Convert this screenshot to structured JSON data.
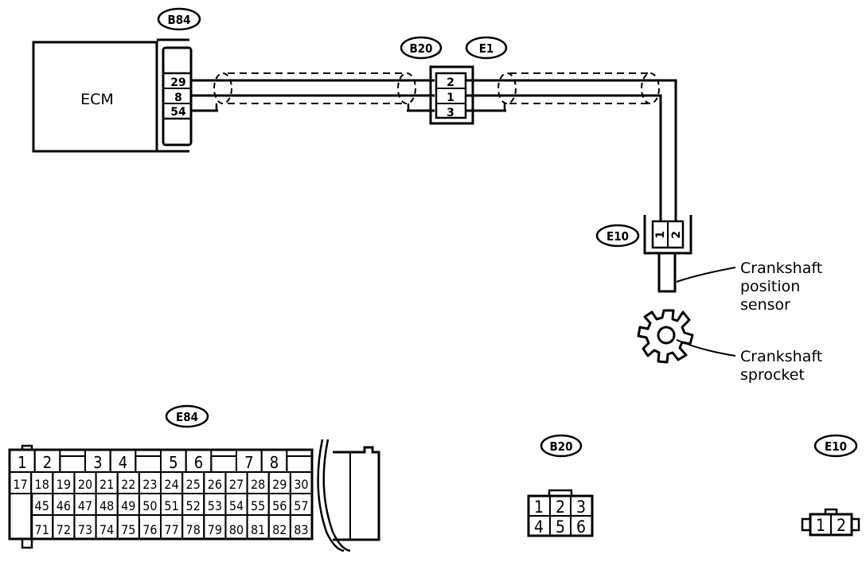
{
  "ecm": {
    "label": "ECM"
  },
  "connector_labels": {
    "b84": "B84",
    "b20": "B20",
    "e1": "E1",
    "e10": "E10"
  },
  "ecm_pins": [
    "29",
    "8",
    "54"
  ],
  "joint_pins": [
    "2",
    "1",
    "3"
  ],
  "sensor_pins": [
    "1",
    "2"
  ],
  "callouts": {
    "sensor": [
      "Crankshaft",
      "position",
      "sensor"
    ],
    "sprocket": [
      "Crankshaft",
      "sprocket"
    ]
  },
  "diagrams": {
    "e84": {
      "label": "E84",
      "row1": [
        "1",
        "2",
        "",
        "3",
        "4",
        "",
        "5",
        "6",
        "",
        "7",
        "8",
        ""
      ],
      "row2": [
        "17",
        "18",
        "19",
        "20",
        "21",
        "22",
        "23",
        "24",
        "25",
        "26",
        "27",
        "28",
        "29",
        "30"
      ],
      "row3": [
        "",
        "45",
        "46",
        "47",
        "48",
        "49",
        "50",
        "51",
        "52",
        "53",
        "54",
        "55",
        "56",
        "57"
      ],
      "row4": [
        "",
        "71",
        "72",
        "73",
        "74",
        "75",
        "76",
        "77",
        "78",
        "79",
        "80",
        "81",
        "82",
        "83"
      ]
    },
    "b20": {
      "label": "B20",
      "row1": [
        "1",
        "2",
        "3"
      ],
      "row2": [
        "4",
        "5",
        "6"
      ]
    },
    "e10": {
      "label": "E10",
      "pins": [
        "1",
        "2"
      ]
    }
  }
}
